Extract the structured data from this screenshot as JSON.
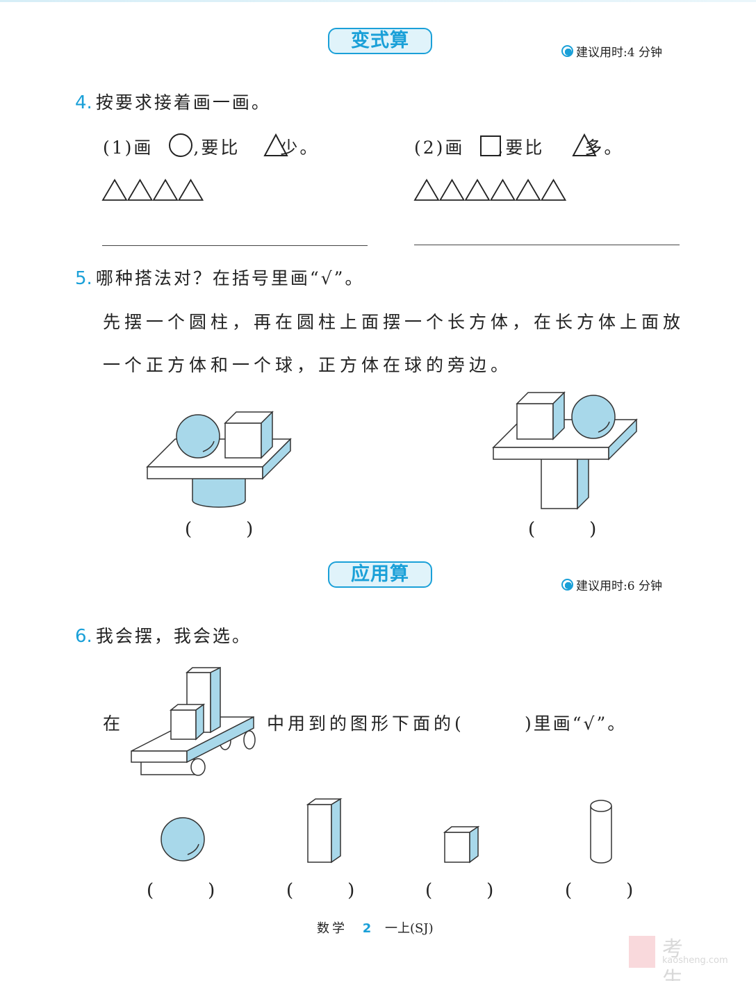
{
  "sections": [
    {
      "title": "变式算",
      "time": "建议用时:4 分钟"
    },
    {
      "title": "应用算",
      "time": "建议用时:6 分钟"
    }
  ],
  "q4": {
    "num": "4.",
    "text": "按要求接着画一画。",
    "part1": {
      "a": "(1)画",
      "b": ",要比",
      "c": "少。"
    },
    "part2": {
      "a": "(2)画",
      "b": ",要比",
      "c": "多。"
    },
    "triangles1": 4,
    "triangles2": 6
  },
  "q5": {
    "num": "5.",
    "text": "哪种搭法对？在括号里画“√”。",
    "line1": "先摆一个圆柱，再在圆柱上面摆一个长方体，在长方体上面放",
    "line2": "一个正方体和一个球，正方体在球的旁边。",
    "paren_open": "(",
    "paren_close": ")"
  },
  "q6": {
    "num": "6.",
    "text": "我会摆，我会选。",
    "pre": "在",
    "mid": "中用到的图形下面的(",
    "post": ")里画“√”。"
  },
  "footer": {
    "subject": "数学",
    "page": "2",
    "grade": "一上(SJ)"
  },
  "watermark": {
    "name": "考生网",
    "url": "kaosheng.com"
  },
  "colors": {
    "accent": "#1aa0d8",
    "fill": "#a8d8ea"
  }
}
